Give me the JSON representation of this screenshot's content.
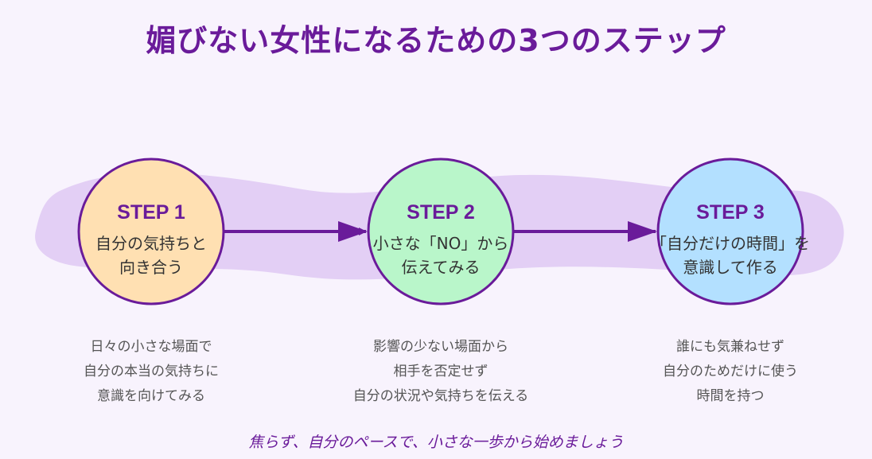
{
  "title": "媚びない女性になるための3つのステップ",
  "steps": [
    {
      "heading": "STEP 1",
      "label_lines": [
        "自分の気持ちと",
        "向き合う"
      ],
      "fill": "#ffe0b2",
      "description_lines": [
        "日々の小さな場面で",
        "自分の本当の気持ちに",
        "意識を向けてみる"
      ]
    },
    {
      "heading": "STEP 2",
      "label_lines": [
        "小さな「NO」から",
        "伝えてみる"
      ],
      "fill": "#b9f6ca",
      "description_lines": [
        "影響の少ない場面から",
        "相手を否定せず",
        "自分の状況や気持ちを伝える"
      ]
    },
    {
      "heading": "STEP 3",
      "label_lines": [
        "「自分だけの時間」を",
        "意識して作る"
      ],
      "fill": "#b3e0ff",
      "description_lines": [
        "誰にも気兼ねせず",
        "自分のためだけに使う",
        "時間を持つ"
      ]
    }
  ],
  "footer": "焦らず、自分のペースで、小さな一歩から始めましょう",
  "colors": {
    "background": "#f8f3fd",
    "accent": "#6a1b9a",
    "band": "#e3cff5",
    "circle_stroke": "#6a1b9a",
    "arrow": "#6a1b9a"
  }
}
